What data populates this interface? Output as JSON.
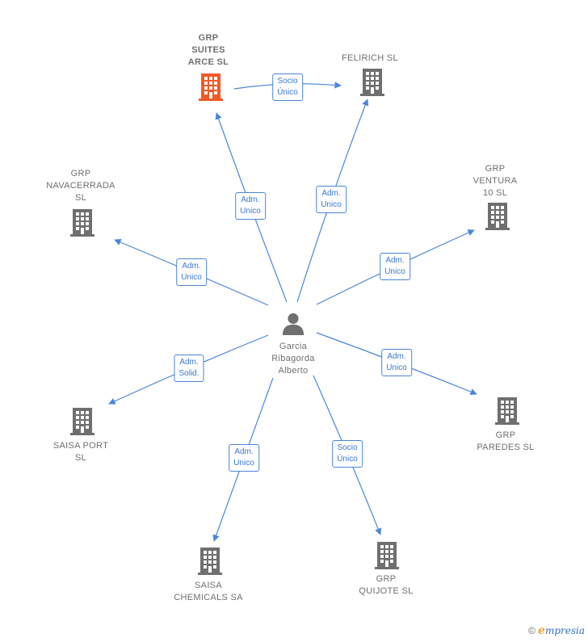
{
  "center": {
    "label": "Garcia\nRibagorda\nAlberto",
    "icon": "person-icon"
  },
  "nodes": [
    {
      "id": "grp-suites-arce",
      "label": "GRP\nSUITES\nARCE  SL",
      "highlight": true
    },
    {
      "id": "felirich",
      "label": "FELIRICH  SL",
      "highlight": false
    },
    {
      "id": "grp-navacerrada",
      "label": "GRP\nNAVACERRADA\nSL",
      "highlight": false
    },
    {
      "id": "grp-ventura-10",
      "label": "GRP\nVENTURA\n10  SL",
      "highlight": false
    },
    {
      "id": "saisa-port",
      "label": "SAISA PORT\nSL",
      "highlight": false
    },
    {
      "id": "grp-paredes",
      "label": "GRP\nPAREDES  SL",
      "highlight": false
    },
    {
      "id": "saisa-chemicals",
      "label": "SAISA\nCHEMICALS SA",
      "highlight": false
    },
    {
      "id": "grp-quijote",
      "label": "GRP\nQUIJOTE  SL",
      "highlight": false
    }
  ],
  "edges": [
    {
      "from": "center",
      "to": "grp-suites-arce",
      "label": "Adm.\nUnico"
    },
    {
      "from": "center",
      "to": "felirich",
      "label": "Adm.\nUnico"
    },
    {
      "from": "center",
      "to": "grp-navacerrada",
      "label": "Adm.\nUnico"
    },
    {
      "from": "center",
      "to": "grp-ventura-10",
      "label": "Adm.\nUnico"
    },
    {
      "from": "center",
      "to": "saisa-port",
      "label": "Adm.\nSolid."
    },
    {
      "from": "center",
      "to": "grp-paredes",
      "label": "Adm.\nUnico"
    },
    {
      "from": "center",
      "to": "saisa-chemicals",
      "label": "Adm.\nUnico"
    },
    {
      "from": "center",
      "to": "grp-quijote",
      "label": "Socio\nÚnico"
    },
    {
      "from": "grp-suites-arce",
      "to": "felirich",
      "label": "Socio\nÚnico"
    }
  ],
  "colors": {
    "edge": "#4a86d8",
    "building": "#6f6f6f",
    "building_highlight": "#f05a28",
    "person": "#6f6f6f"
  },
  "footer": {
    "copyright": "©",
    "brand_initial": "e",
    "brand_rest": "mpresia"
  }
}
